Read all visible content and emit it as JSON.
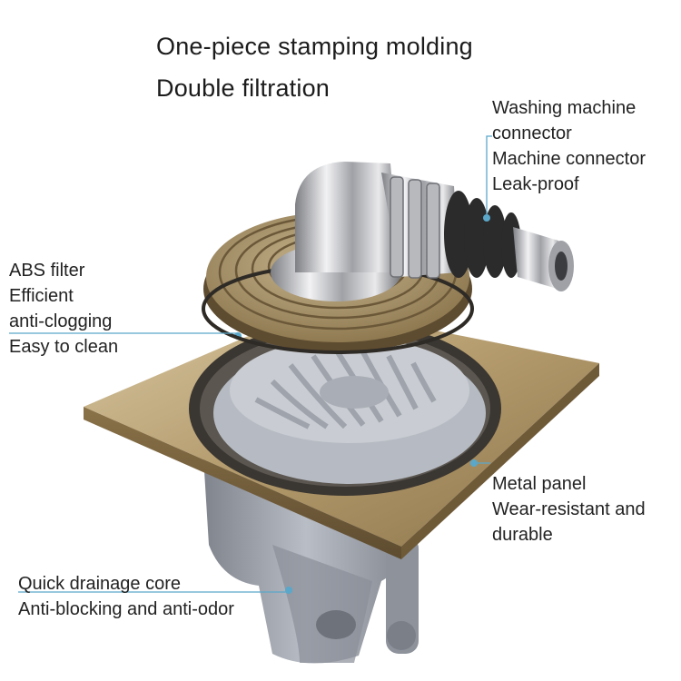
{
  "headlines": {
    "line1": "One-piece stamping molding",
    "line2": "Double filtration"
  },
  "callouts": {
    "connector": [
      "Washing machine",
      "connector",
      "Machine connector",
      "Leak-proof"
    ],
    "filter": [
      "ABS filter",
      "Efficient",
      "anti-clogging",
      "Easy to clean"
    ],
    "panel": [
      "Metal panel",
      "Wear-resistant and",
      "durable"
    ],
    "core": [
      "Quick drainage core",
      "Anti-blocking and anti-odor"
    ]
  },
  "colors": {
    "panel": "#b39a6c",
    "chrome": "#c9c9cc",
    "gray_plastic": "#9da2ab",
    "rubber": "#2b2b2b",
    "callout_line": "#5aa7c9"
  }
}
